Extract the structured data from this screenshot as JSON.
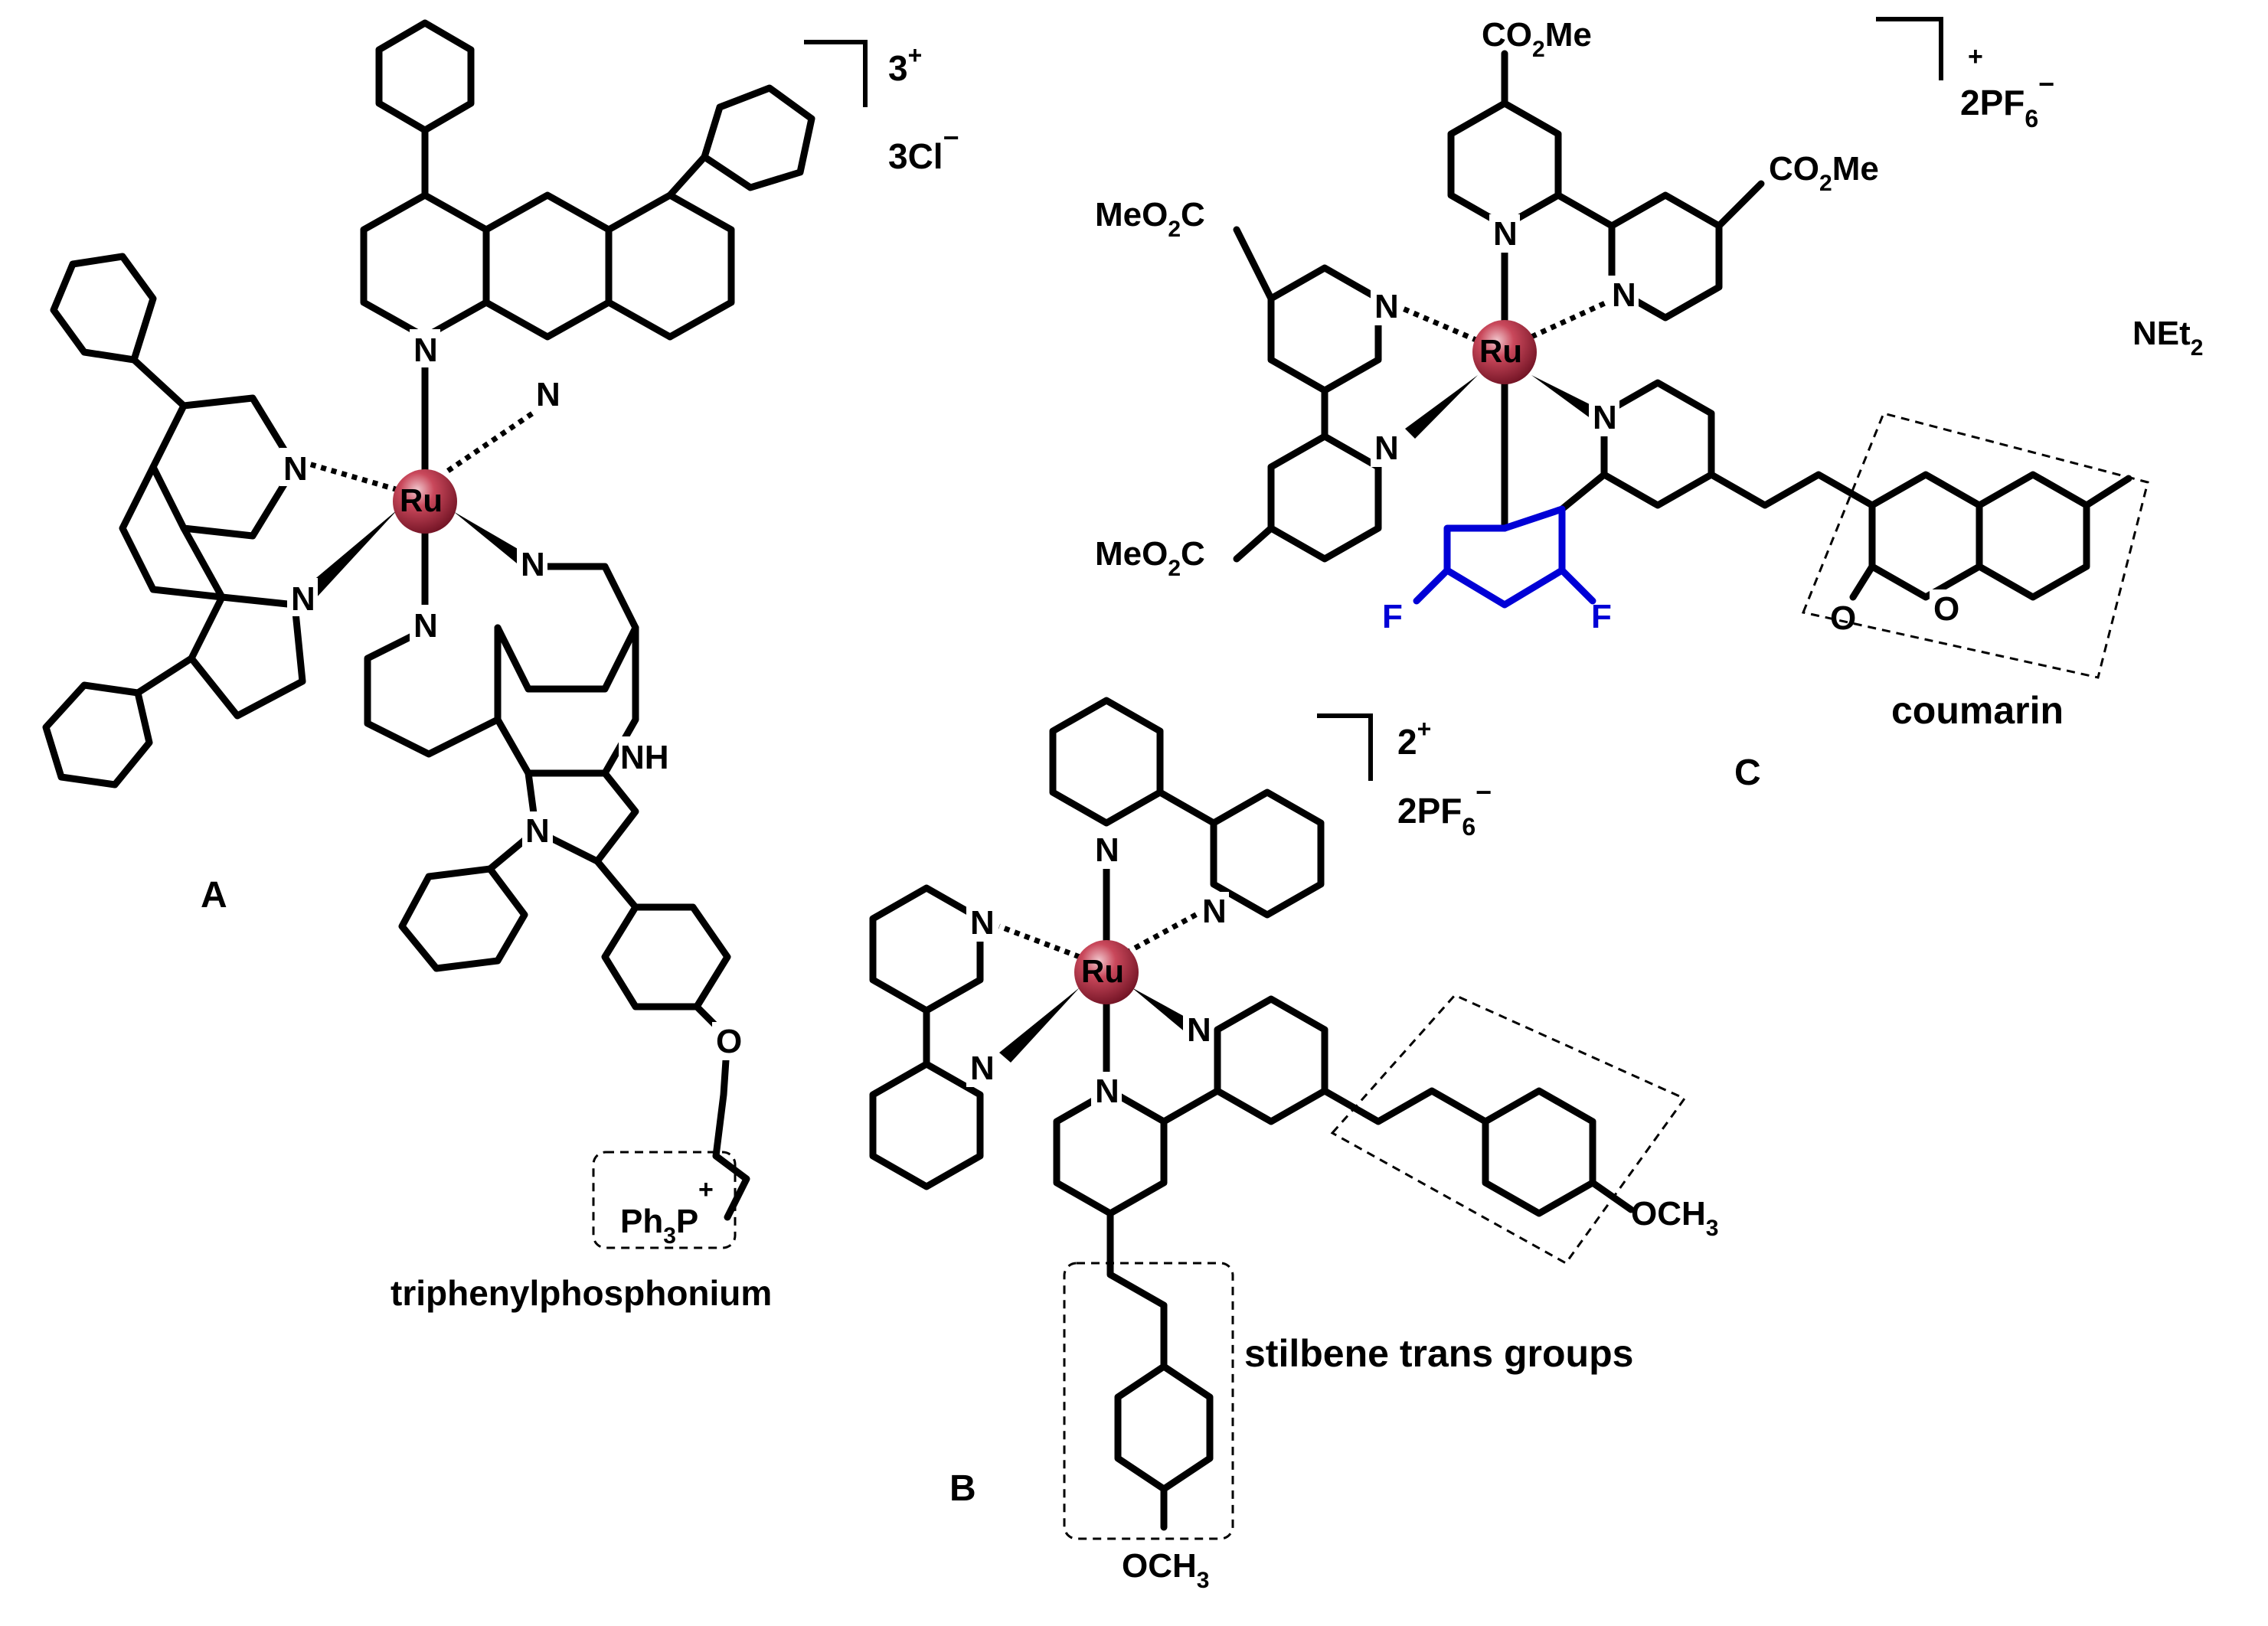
{
  "compounds": [
    {
      "letter": "A",
      "metal": "Ru",
      "charge": "3",
      "charge_sign": "+",
      "counterion": "3Cl",
      "counterion_sign": "−",
      "highlight_label": "triphenylphosphonium",
      "phosphonium_prefix": "Ph",
      "phosphonium_sub": "3",
      "phosphonium_atom": "P",
      "phosphonium_charge": "+"
    },
    {
      "letter": "B",
      "metal": "Ru",
      "charge": "2",
      "charge_sign": "+",
      "counterion": "2PF",
      "counterion_sub": "6",
      "counterion_sign": "−",
      "highlight_label": "stilbene trans groups",
      "substituent_a": "OCH",
      "substituent_a_sub": "3",
      "substituent_b": "OCH",
      "substituent_b_sub": "3"
    },
    {
      "letter": "C",
      "metal": "Ru",
      "charge_sign": "+",
      "counterion": "2PF",
      "counterion_sub": "6",
      "counterion_sign": "−",
      "highlight_label": "coumarin",
      "ester_top": "CO",
      "ester_top_sub": "2",
      "ester_top_end": "Me",
      "ester_right": "CO",
      "ester_right_sub": "2",
      "ester_right_end": "Me",
      "ester_left1": "MeO",
      "ester_left1_sub": "2",
      "ester_left1_end": "C",
      "ester_left2": "MeO",
      "ester_left2_sub": "2",
      "ester_left2_end": "C",
      "amine": "NEt",
      "amine_sub": "2",
      "fluorine": "F",
      "carbonyl_o": "O",
      "ring_o": "O"
    }
  ],
  "atoms": {
    "nitrogen": "N",
    "nh": "NH",
    "oxygen": "O"
  },
  "colors": {
    "ru_sphere": "#b3263d",
    "fluoroaryl": "#0000d6",
    "ink": "#000000"
  }
}
